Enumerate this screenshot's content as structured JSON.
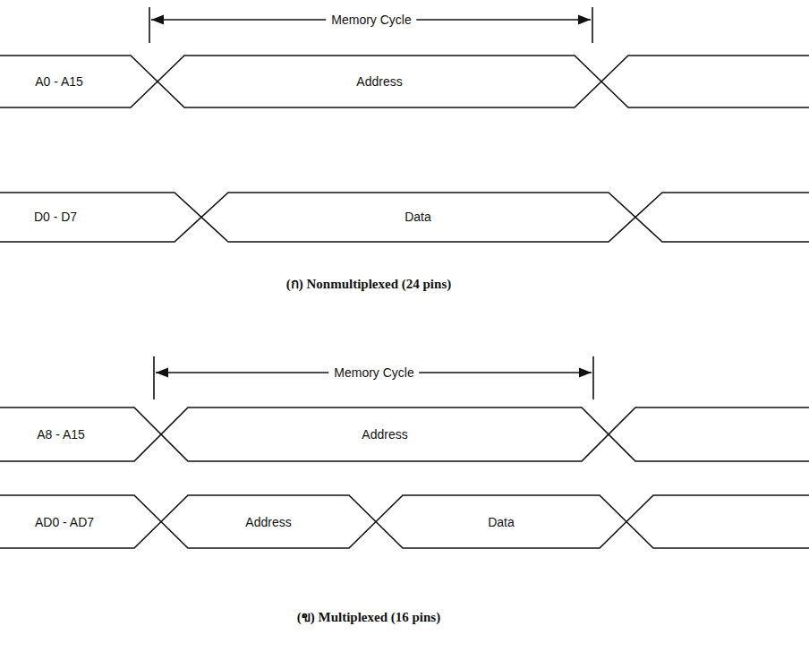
{
  "diagram": {
    "labels": [
      "Memory Cycle",
      "A0 - A15",
      "Address",
      "D0 - D7",
      "Data",
      "(ก) Nonmultiplexed (24 pins)",
      "Memory Cycle",
      "A8 - A15",
      "Address",
      "AD0 - AD7",
      "Address",
      "Data",
      "(ข) Multiplexed (16 pins)"
    ]
  }
}
